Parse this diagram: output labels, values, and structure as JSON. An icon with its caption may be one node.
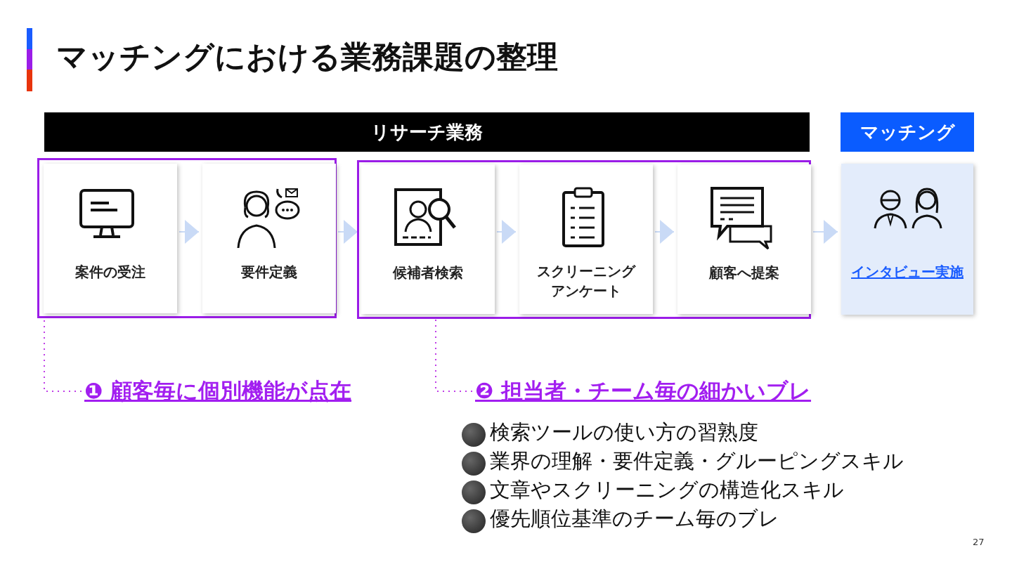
{
  "diagram": {
    "title": "マッチングにおける業務課題の整理",
    "nodes": [
      {
        "text": [
          "リサーチ業務"
        ]
      },
      {
        "text": [
          "マッチング"
        ]
      },
      {
        "text": [],
        "shape": "box"
      },
      {
        "text": [
          "案件の受注"
        ],
        "in": 2
      },
      {
        "text": [
          "要件定義"
        ],
        "in": 2
      },
      {
        "text": [],
        "shape": "box"
      },
      {
        "text": [
          "候補者検索"
        ],
        "in": 5
      },
      {
        "text": [
          "スクリーニングアンケート"
        ],
        "in": 5
      },
      {
        "text": [
          "顧客へ提案"
        ],
        "in": 5
      },
      {
        "text": [
          "インタビュー実施"
        ]
      },
      {
        "text": [
          "❶ 顧客毎に個別機能が点在"
        ]
      },
      {
        "text": [
          "❷ 担当者・チーム毎の細かいブレ"
        ]
      }
    ],
    "edges": [
      {
        "from": 3,
        "to": 4,
        "arrow": "to"
      },
      {
        "from": 4,
        "to": 6,
        "arrow": "to"
      },
      {
        "from": 6,
        "to": 7,
        "arrow": "to"
      },
      {
        "from": 7,
        "to": 8,
        "arrow": "to"
      },
      {
        "from": 8,
        "to": 9,
        "arrow": "to"
      },
      {
        "from": 10,
        "to": 2,
        "arrow": "none",
        "style": "dashed",
        "color": "#c03ee8"
      },
      {
        "from": 11,
        "to": 5,
        "arrow": "none",
        "style": "dashed",
        "color": "#c03ee8"
      }
    ],
    "labels": [
      "検索ツールの使い方の習熟度",
      "業界の理解・要件定義・グルーピングスキル",
      "文章やスクリーニングの構造化スキル",
      "優先順位基準のチーム毎のブレ",
      "27"
    ]
  }
}
